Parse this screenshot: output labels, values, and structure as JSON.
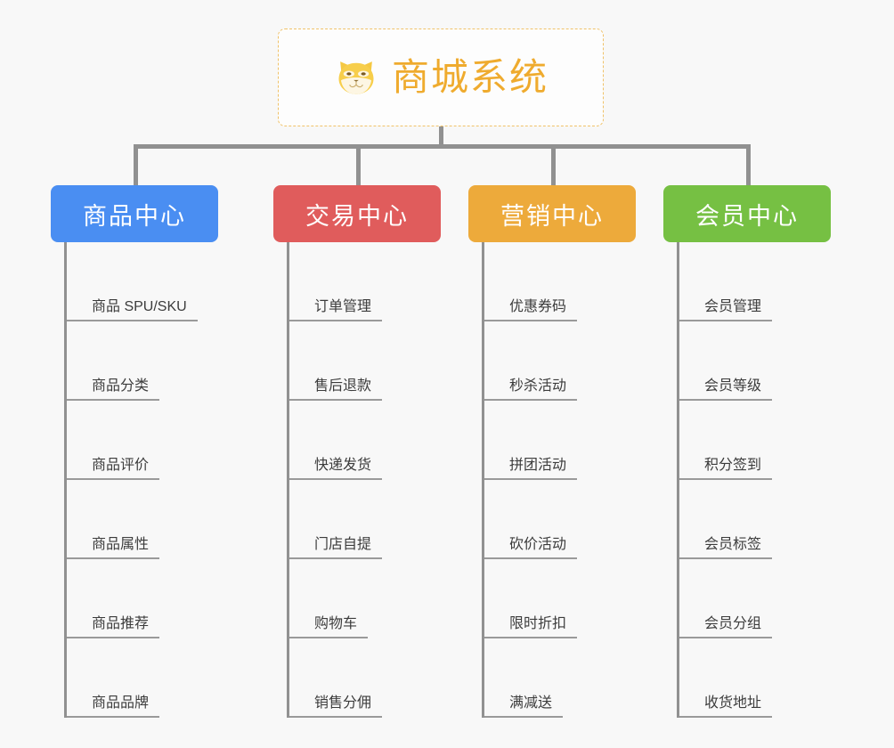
{
  "canvas": {
    "background_color": "#f8f8f8",
    "connector_color": "#919191",
    "leaf_text_color": "#3c3c3c",
    "leaf_rule_color": "#9a9a9a"
  },
  "root": {
    "title": "商城系统",
    "icon": "shiba-dog-face-icon",
    "title_color": "#efab2e",
    "border_color": "#f0c269",
    "fill_color": "#fdfdfd"
  },
  "branches": [
    {
      "label": "商品中心",
      "color": "#4a8ef2",
      "leaves": [
        "商品 SPU/SKU",
        "商品分类",
        "商品评价",
        "商品属性",
        "商品推荐",
        "商品品牌"
      ]
    },
    {
      "label": "交易中心",
      "color": "#e05c5c",
      "leaves": [
        "订单管理",
        "售后退款",
        "快递发货",
        "门店自提",
        "购物车",
        "销售分佣"
      ]
    },
    {
      "label": "营销中心",
      "color": "#edaa3b",
      "leaves": [
        "优惠券码",
        "秒杀活动",
        "拼团活动",
        "砍价活动",
        "限时折扣",
        "满减送"
      ]
    },
    {
      "label": "会员中心",
      "color": "#76c043",
      "leaves": [
        "会员管理",
        "会员等级",
        "积分签到",
        "会员标签",
        "会员分组",
        "收货地址"
      ]
    }
  ]
}
